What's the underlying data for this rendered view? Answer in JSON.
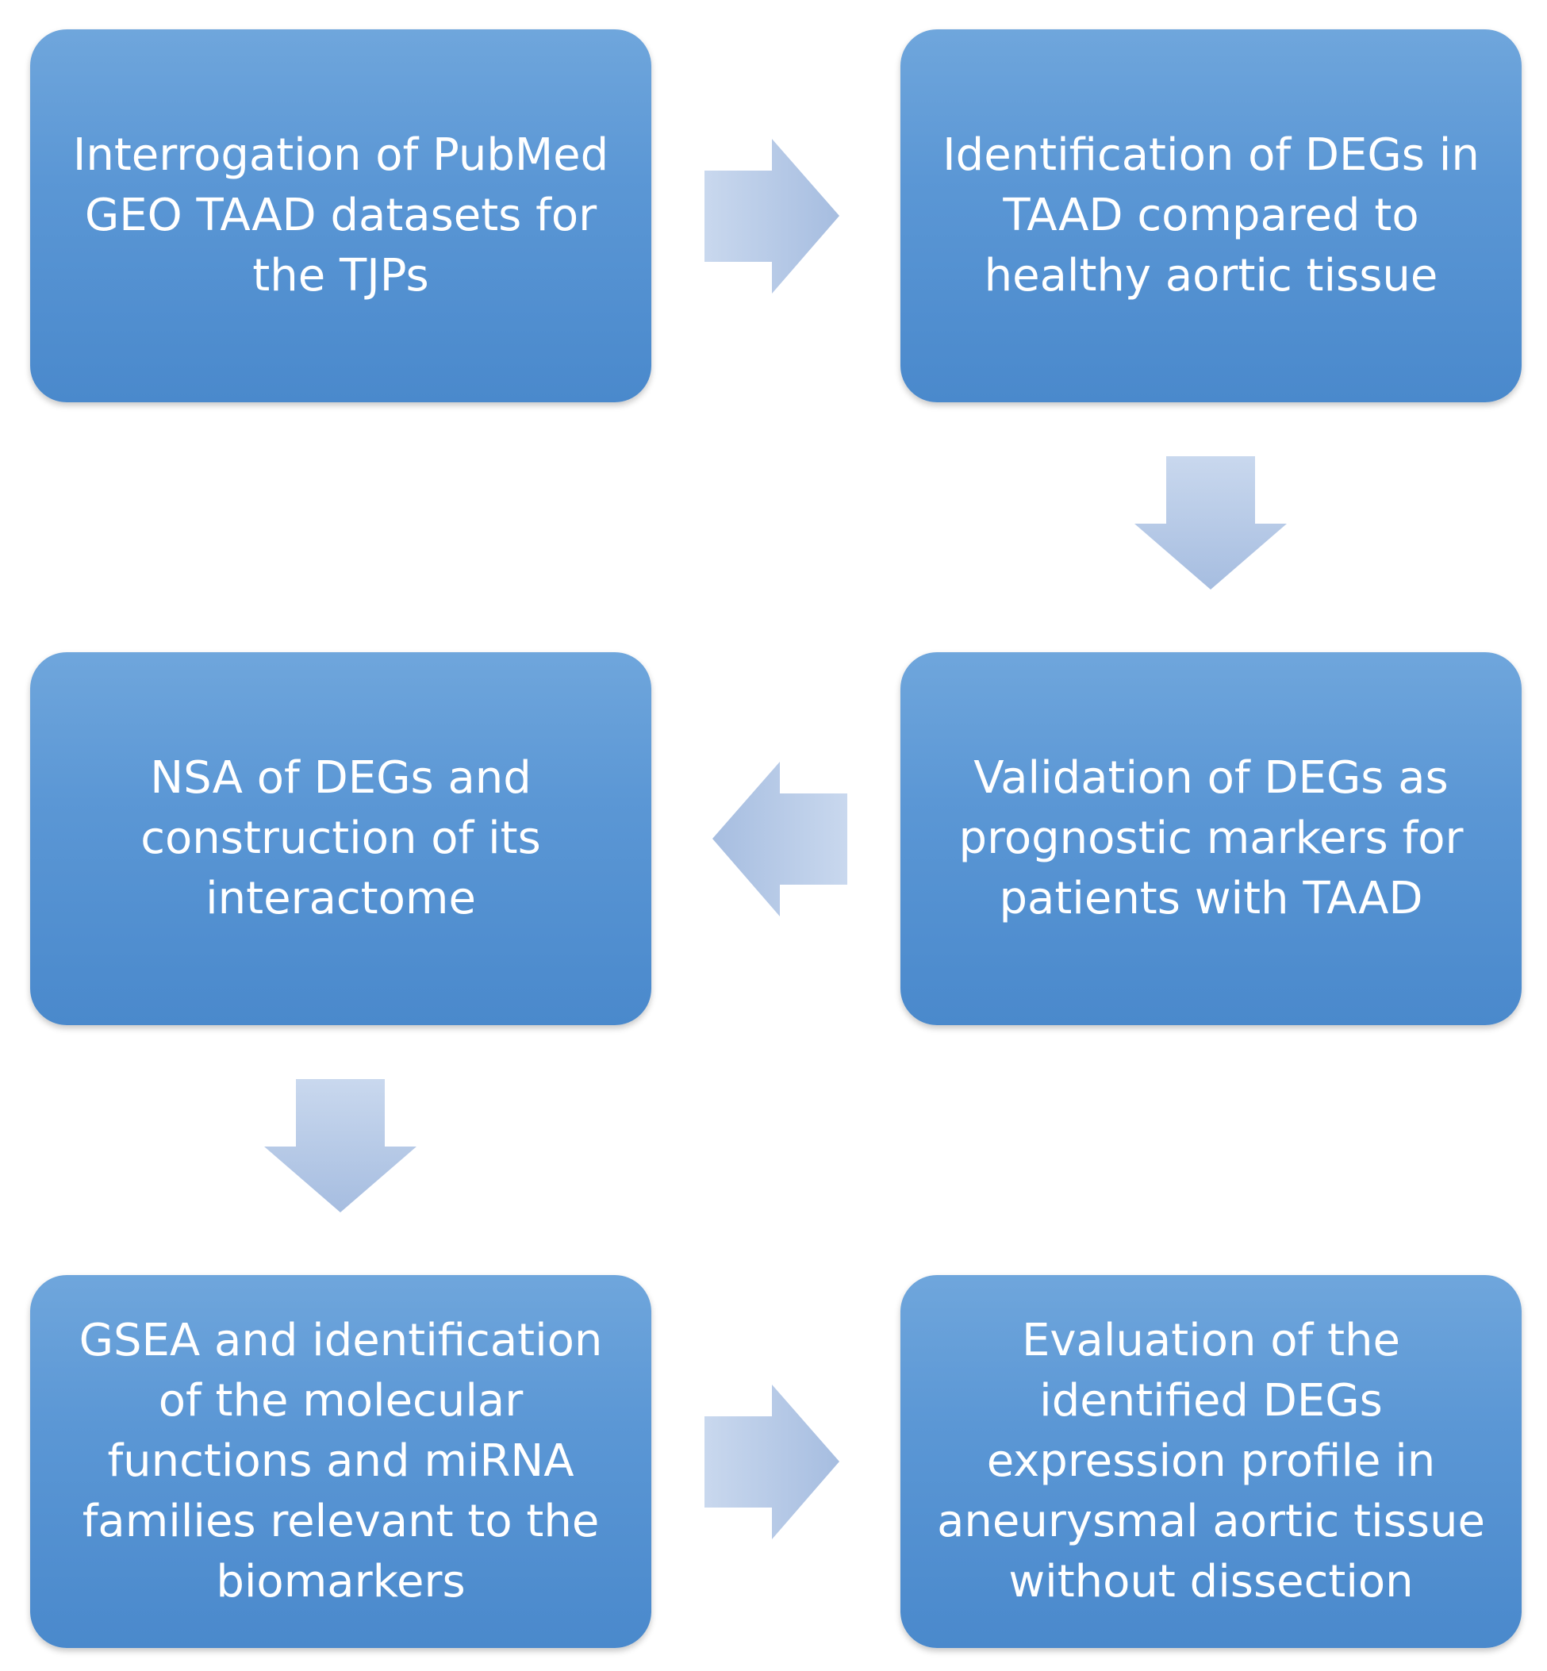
{
  "diagram": {
    "steps": [
      {
        "label": "Interrogation of PubMed\nGEO TAAD datasets for\nthe TJPs"
      },
      {
        "label": "Identification of DEGs in\nTAAD compared to\nhealthy aortic tissue"
      },
      {
        "label": "Validation of DEGs as\nprognostic markers for\npatients with TAAD"
      },
      {
        "label": "NSA of DEGs and\nconstruction of its\ninteractome"
      },
      {
        "label": "GSEA and identification\nof the molecular\nfunctions and miRNA\nfamilies relevant to the\nbiomarkers"
      },
      {
        "label": "Evaluation of the\nidentified DEGs\nexpression profile in\naneurysmal aortic tissue\nwithout dissection"
      }
    ],
    "arrows": [
      {
        "from": 1,
        "to": 2,
        "direction": "right"
      },
      {
        "from": 2,
        "to": 3,
        "direction": "down"
      },
      {
        "from": 3,
        "to": 4,
        "direction": "left"
      },
      {
        "from": 4,
        "to": 5,
        "direction": "down"
      },
      {
        "from": 5,
        "to": 6,
        "direction": "right"
      }
    ],
    "colors": {
      "box_top": "#6fa6dc",
      "box_bottom": "#4a89cc",
      "arrow_light": "#c6d6ec",
      "arrow_dark": "#9fb8dd",
      "text": "#ffffff"
    }
  }
}
